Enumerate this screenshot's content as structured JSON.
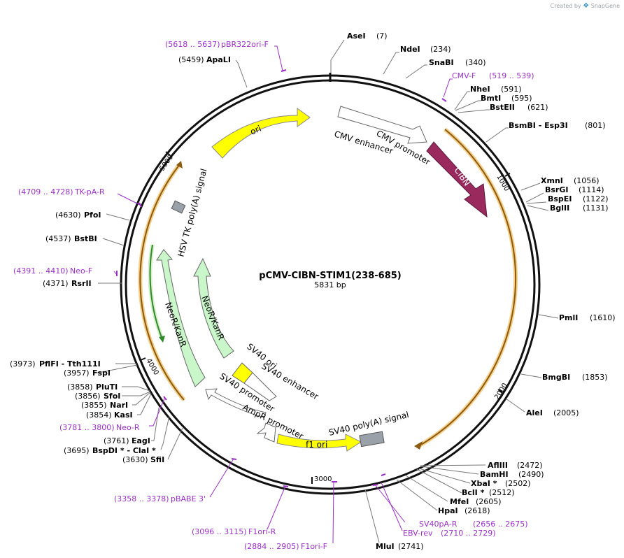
{
  "credit": {
    "prefix": "Created by",
    "brand": "SnapGene"
  },
  "plasmid": {
    "name": "pCMV-CIBN-STIM1(238-685)",
    "length": "5831 bp"
  },
  "ticks": [
    {
      "label": "1000"
    },
    {
      "label": "2000"
    },
    {
      "label": "3000"
    },
    {
      "label": "4000"
    },
    {
      "label": "5000"
    }
  ],
  "features": [
    {
      "name": "CMV enhancer"
    },
    {
      "name": "CMV promoter"
    },
    {
      "name": "CIBN"
    },
    {
      "name": "ori"
    },
    {
      "name": "HSV TK poly(A) signal"
    },
    {
      "name": "NeoR/KanR"
    },
    {
      "name": "SV40 ori"
    },
    {
      "name": "SV40 enhancer"
    },
    {
      "name": "SV40 promoter"
    },
    {
      "name": "AmpR promoter"
    },
    {
      "name": "f1 ori"
    },
    {
      "name": "SV40 poly(A) signal"
    }
  ],
  "enzymes": [
    {
      "name": "AseI",
      "pos": "(7)"
    },
    {
      "name": "NdeI",
      "pos": "(234)"
    },
    {
      "name": "SnaBI",
      "pos": "(340)"
    },
    {
      "name": "NheI",
      "pos": "(591)"
    },
    {
      "name": "BmtI",
      "pos": "(595)"
    },
    {
      "name": "BstEII",
      "pos": "(621)"
    },
    {
      "name": "BsmBI - Esp3I",
      "pos": "(801)"
    },
    {
      "name": "XmnI",
      "pos": "(1056)"
    },
    {
      "name": "BsrGI",
      "pos": "(1114)"
    },
    {
      "name": "BspEI",
      "pos": "(1122)"
    },
    {
      "name": "BglII",
      "pos": "(1131)"
    },
    {
      "name": "PmlI",
      "pos": "(1610)"
    },
    {
      "name": "BmgBI",
      "pos": "(1853)"
    },
    {
      "name": "AleI",
      "pos": "(2005)"
    },
    {
      "name": "AflIII",
      "pos": "(2472)"
    },
    {
      "name": "BamHI",
      "pos": "(2490)"
    },
    {
      "name": "XbaI *",
      "pos": "(2502)"
    },
    {
      "name": "BclI *",
      "pos": "(2512)"
    },
    {
      "name": "MfeI",
      "pos": "(2605)"
    },
    {
      "name": "HpaI",
      "pos": "(2618)"
    },
    {
      "name": "MluI",
      "pos": "(2741)"
    },
    {
      "name": "SfiI",
      "pos": "(3630)"
    },
    {
      "name": "BspDI * - ClaI *",
      "pos": "(3695)"
    },
    {
      "name": "EagI",
      "pos": "(3761)"
    },
    {
      "name": "KasI",
      "pos": "(3854)"
    },
    {
      "name": "NarI",
      "pos": "(3855)"
    },
    {
      "name": "SfoI",
      "pos": "(3856)"
    },
    {
      "name": "PluTI",
      "pos": "(3858)"
    },
    {
      "name": "FspI",
      "pos": "(3957)"
    },
    {
      "name": "PflFI - Tth111I",
      "pos": "(3973)"
    },
    {
      "name": "RsrII",
      "pos": "(4371)"
    },
    {
      "name": "BstBI",
      "pos": "(4537)"
    },
    {
      "name": "PfoI",
      "pos": "(4630)"
    },
    {
      "name": "ApaLI",
      "pos": "(5459)"
    }
  ],
  "primers": [
    {
      "name": "pBR322ori-F",
      "range": "(5618 .. 5637)"
    },
    {
      "name": "CMV-F",
      "range": "(519 .. 539)"
    },
    {
      "name": "TK-pA-R",
      "range": "(4709 .. 4728)"
    },
    {
      "name": "Neo-F",
      "range": "(4391 .. 4410)"
    },
    {
      "name": "Neo-R",
      "range": "(3781 .. 3800)"
    },
    {
      "name": "pBABE 3'",
      "range": "(3358 .. 3378)"
    },
    {
      "name": "F1ori-R",
      "range": "(3096 .. 3115)"
    },
    {
      "name": "F1ori-F",
      "range": "(2884 .. 2905)"
    },
    {
      "name": "SV40pA-R",
      "range": "(2656 .. 2675)"
    },
    {
      "name": "EBV-rev",
      "range": "(2710 .. 2729)"
    }
  ],
  "colors": {
    "backbone": "#111111",
    "cibn": "#9a2a5e",
    "ori": "#ffff00",
    "neor": "#c9f7c9",
    "orf_orange": "#e8a33a",
    "orf_green": "#2f8a2f",
    "polyA": "#9aa1a9",
    "primer": "#9b30c8"
  }
}
